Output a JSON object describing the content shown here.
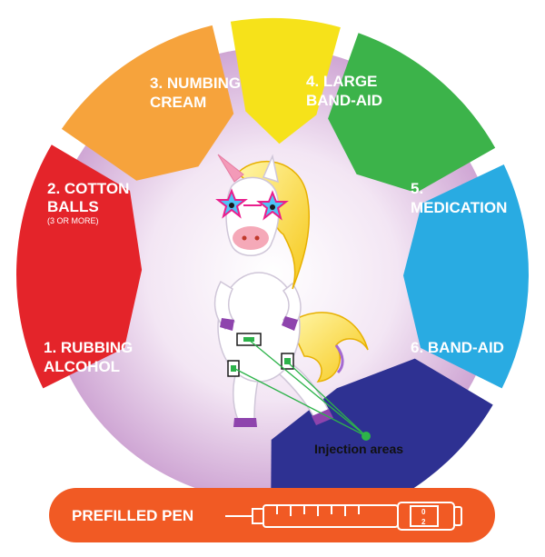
{
  "segments": [
    {
      "id": "rubbing-alcohol",
      "number": "1.",
      "lines": [
        "1. RUBBING",
        "ALCOHOL"
      ],
      "note": "",
      "color": "#e4242a"
    },
    {
      "id": "cotton-balls",
      "number": "2.",
      "lines": [
        "2. COTTON",
        "BALLS"
      ],
      "note": "(3 OR MORE)",
      "color": "#f6a33c"
    },
    {
      "id": "numbing-cream",
      "number": "3.",
      "lines": [
        "3. NUMBING",
        "CREAM"
      ],
      "note": "",
      "color": "#f6e21a"
    },
    {
      "id": "large-band-aid",
      "number": "4.",
      "lines": [
        "4. LARGE",
        "BAND-AID"
      ],
      "note": "",
      "color": "#3cb34a"
    },
    {
      "id": "medication",
      "number": "5.",
      "lines": [
        "5.",
        "MEDICATION"
      ],
      "note": "",
      "color": "#29abe2"
    },
    {
      "id": "band-aid",
      "number": "6.",
      "lines": [
        "6. BAND-AID"
      ],
      "note": "",
      "color": "#2e3192"
    }
  ],
  "center": {
    "callout": "Injection areas",
    "callout_color": "#2db34a"
  },
  "pen": {
    "label": "PREFILLED PEN",
    "color": "#f15a24",
    "dial_top": "0",
    "dial_bottom": "2"
  },
  "colors": {
    "ring_inner": "#ffffff",
    "ring_outer": "#d7b3da",
    "numbing_text": "#2e3192"
  }
}
